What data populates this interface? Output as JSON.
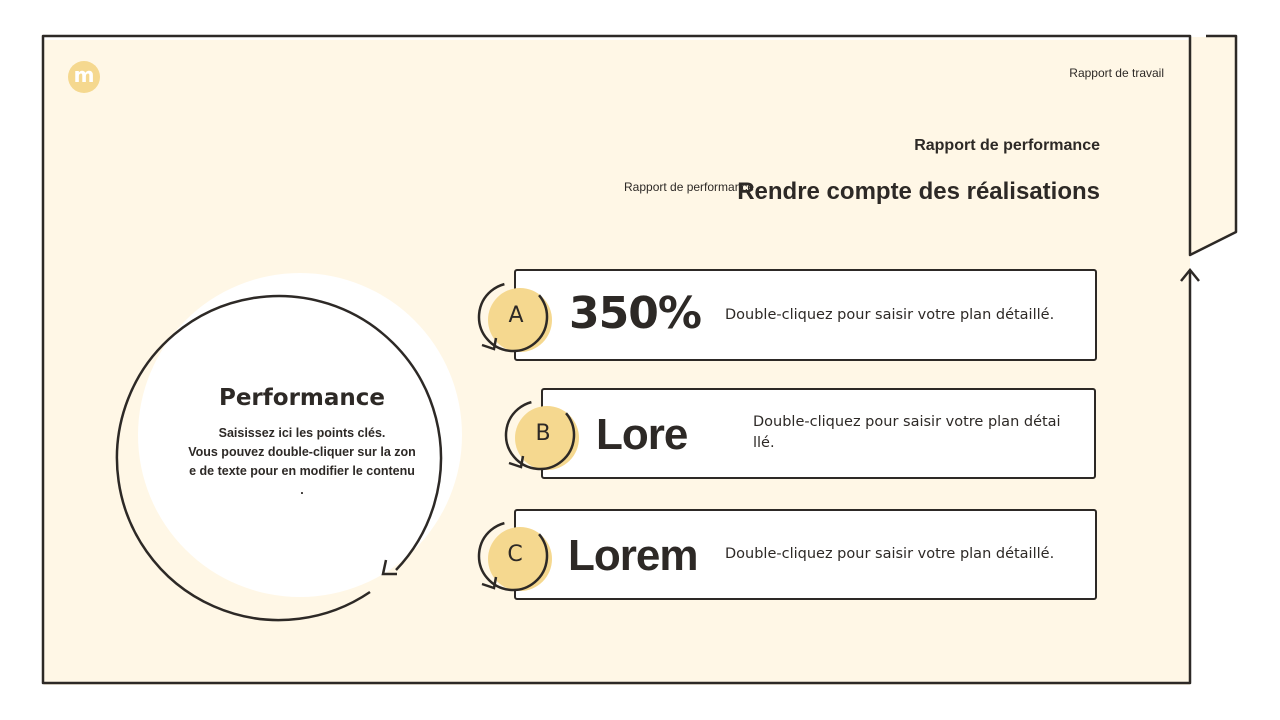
{
  "header": {
    "logo_letter": "m",
    "top_right_label": "Rapport de travail",
    "subtitle": "Rapport de performance",
    "title": "Rendre compte des réalisations",
    "ghost_text": "Rapport de performance"
  },
  "circle": {
    "title": "Performance",
    "lines": [
      "Saisissez ici les points clés.",
      "Vous pouvez double-cliquer sur la zon",
      "e de texte pour en modifier le contenu",
      "."
    ]
  },
  "items": [
    {
      "letter": "A",
      "value": "350%",
      "desc": "Double-cliquez pour saisir votre plan détaillé."
    },
    {
      "letter": "B",
      "value": "Lore",
      "desc": "Double-cliquez pour saisir votre plan détai\nllé."
    },
    {
      "letter": "C",
      "value": "Lorem",
      "desc": "Double-cliquez pour saisir votre plan détaillé."
    }
  ],
  "colors": {
    "background": "#fff7e6",
    "accent": "#f5d88f",
    "stroke": "#2d2926"
  }
}
